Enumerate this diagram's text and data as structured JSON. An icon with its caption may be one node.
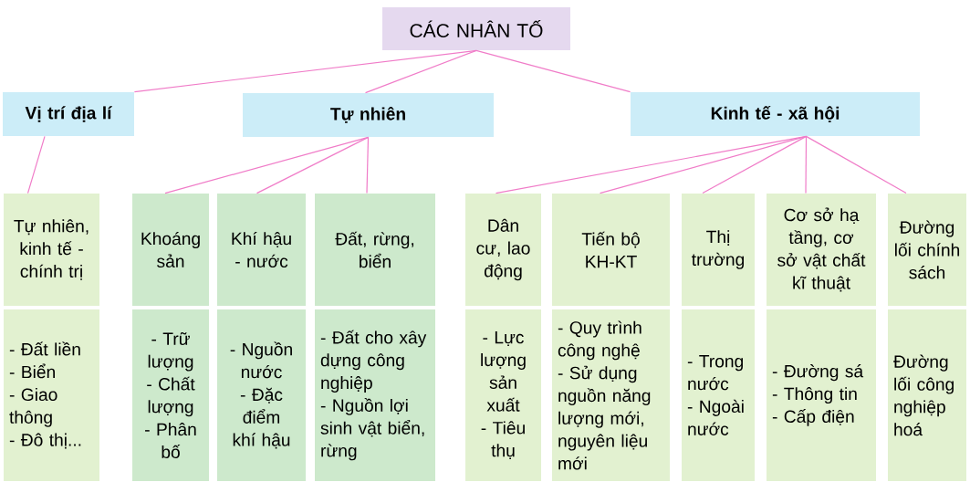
{
  "diagram": {
    "nodes": [
      {
        "text": [
          "CÁC NHÂN TỐ"
        ]
      },
      {
        "text": [
          "Vị trí địa lí"
        ]
      },
      {
        "text": [
          "Tự nhiên"
        ]
      },
      {
        "text": [
          "Kinh tế - xã hội"
        ]
      },
      {
        "text": [
          "Tự nhiên, kinh tế - chính trị"
        ]
      },
      {
        "text": [
          "Khoáng sản"
        ]
      },
      {
        "text": [
          "Khí hậu - nước"
        ]
      },
      {
        "text": [
          "Đất, rừng, biển"
        ]
      },
      {
        "text": [
          "Dân cư, lao động"
        ]
      },
      {
        "text": [
          "Tiến bộ KH-KT"
        ]
      },
      {
        "text": [
          "Thị trường"
        ]
      },
      {
        "text": [
          "Cơ sở hạ tầng, cơ sở vật chất kĩ thuật"
        ]
      },
      {
        "text": [
          "Đường lối chính sách"
        ]
      },
      {
        "text": [
          "- Đất liền",
          "- Biển",
          "- Giao thông",
          "- Đô thị..."
        ]
      },
      {
        "text": [
          "- Trữ lượng",
          "- Chất lượng",
          "- Phân bố"
        ]
      },
      {
        "text": [
          "- Nguồn nước",
          "- Đặc điểm khí hậu"
        ]
      },
      {
        "text": [
          "- Đất cho xây dựng công nghiệp",
          "- Nguồn lợi sinh vật biển, rừng"
        ]
      },
      {
        "text": [
          "- Lực lượng sản xuất",
          "- Tiêu thụ"
        ]
      },
      {
        "text": [
          "- Quy trình công nghệ",
          "- Sử dụng nguồn năng lượng mới, nguyên liệu mới"
        ]
      },
      {
        "text": [
          "- Trong nước",
          "- Ngoài nước"
        ]
      },
      {
        "text": [
          "- Đường sá",
          "- Thông tin",
          "- Cấp điện"
        ]
      },
      {
        "text": [
          "Đường lối công nghiệp hoá"
        ]
      }
    ],
    "edges": [
      {
        "from": 0,
        "to": 1,
        "arrow": "none"
      },
      {
        "from": 0,
        "to": 2,
        "arrow": "none"
      },
      {
        "from": 0,
        "to": 3,
        "arrow": "none"
      },
      {
        "from": 1,
        "to": 4,
        "arrow": "none"
      },
      {
        "from": 2,
        "to": 5,
        "arrow": "none"
      },
      {
        "from": 2,
        "to": 6,
        "arrow": "none"
      },
      {
        "from": 2,
        "to": 7,
        "arrow": "none"
      },
      {
        "from": 3,
        "to": 8,
        "arrow": "none"
      },
      {
        "from": 3,
        "to": 9,
        "arrow": "none"
      },
      {
        "from": 3,
        "to": 10,
        "arrow": "none"
      },
      {
        "from": 3,
        "to": 11,
        "arrow": "none"
      },
      {
        "from": 3,
        "to": 12,
        "arrow": "none"
      }
    ]
  }
}
